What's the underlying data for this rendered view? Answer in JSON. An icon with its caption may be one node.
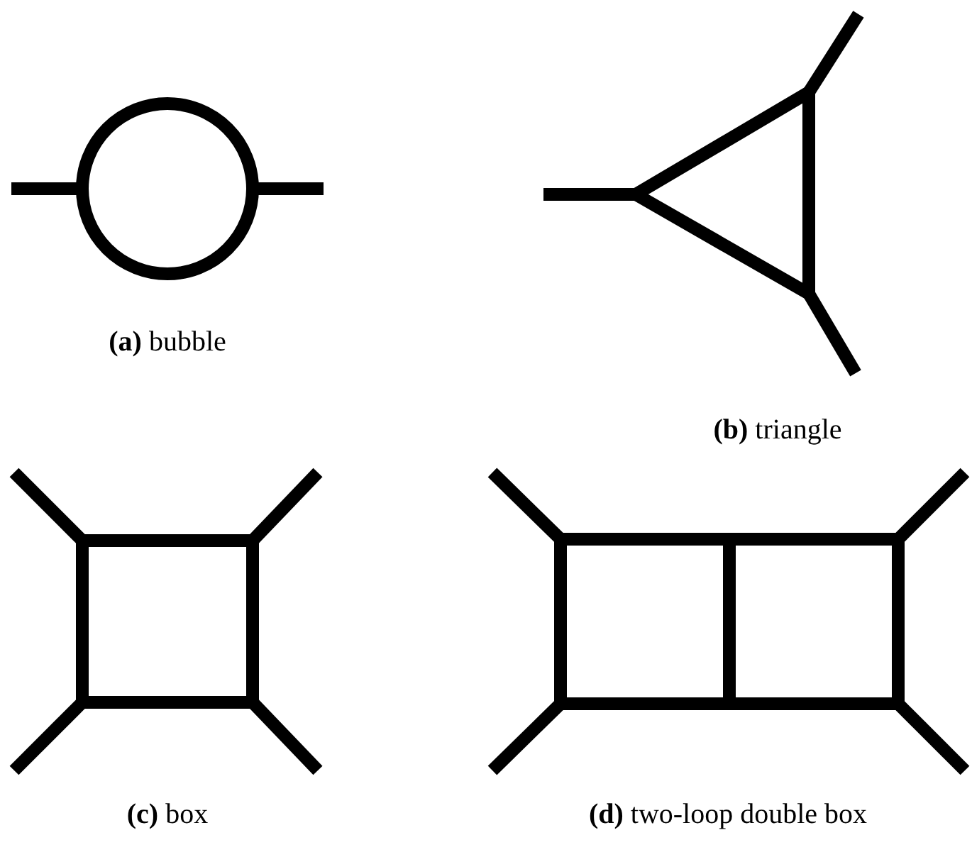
{
  "diagram": {
    "labels": [
      "**(a)** bubble",
      "**(b)** triangle",
      "**(c)** box",
      "**(d)** two-loop double box"
    ]
  }
}
